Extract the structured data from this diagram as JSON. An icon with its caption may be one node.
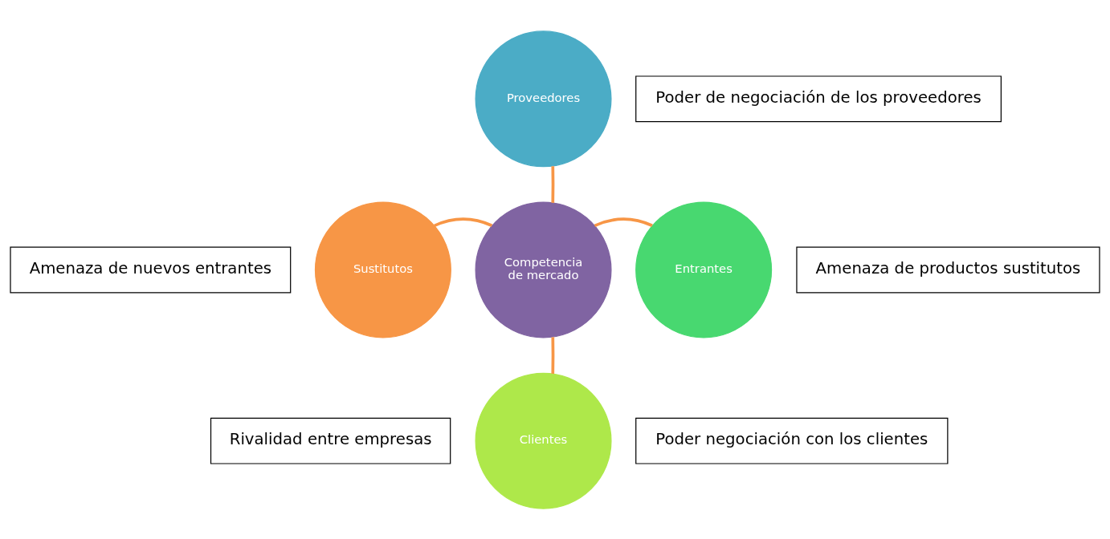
{
  "diagram": {
    "nodes": [
      {
        "text": [
          "Competencia de mercado"
        ]
      },
      {
        "text": [
          "Proveedores"
        ]
      },
      {
        "text": [
          "Entrantes"
        ]
      },
      {
        "text": [
          "Clientes"
        ]
      },
      {
        "text": [
          "Sustitutos"
        ]
      },
      {
        "text": [
          "Poder de negociación de los proveedores"
        ]
      },
      {
        "text": [
          "Amenaza de nuevos entrantes"
        ]
      },
      {
        "text": [
          "Amenaza de productos sustitutos"
        ]
      },
      {
        "text": [
          "Rivalidad entre empresas"
        ]
      },
      {
        "text": [
          "Poder negociación con los clientes"
        ]
      }
    ],
    "edges": [
      {
        "from": 0,
        "to": 1,
        "arrow": "none"
      },
      {
        "from": 0,
        "to": 2,
        "arrow": "none"
      },
      {
        "from": 0,
        "to": 3,
        "arrow": "none"
      },
      {
        "from": 0,
        "to": 4,
        "arrow": "none"
      }
    ]
  }
}
